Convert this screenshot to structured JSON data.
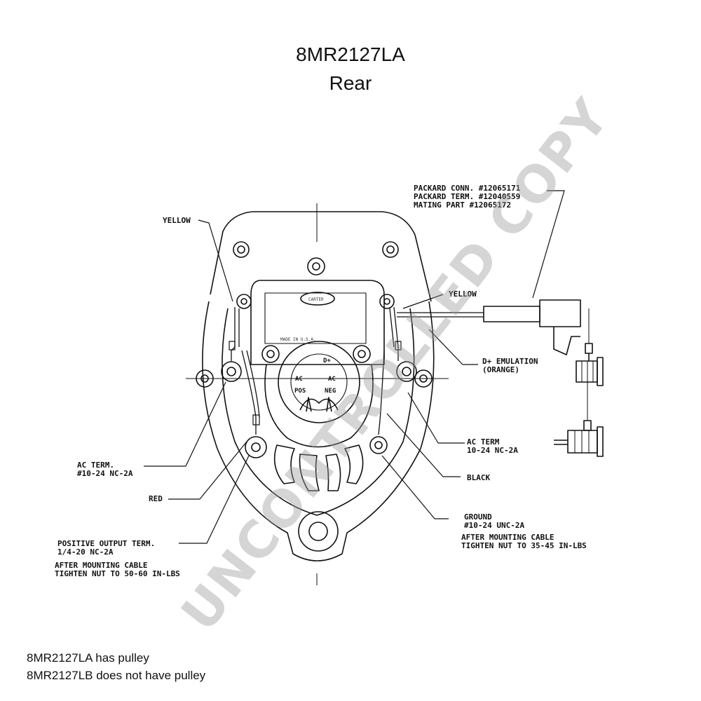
{
  "header": {
    "part_number": "8MR2127LA",
    "view": "Rear"
  },
  "labels": {
    "yellow_left": "YELLOW",
    "packard_1": "PACKARD CONN. #12065171",
    "packard_2": "PACKARD TERM. #12040559",
    "packard_3": "MATING PART #12065172",
    "yellow_right": "YELLOW",
    "d_emulation_1": "D+ EMULATION",
    "d_emulation_2": "(ORANGE)",
    "ac_term_right_1": "AC TERM",
    "ac_term_right_2": "10-24 NC-2A",
    "black": "BLACK",
    "ground_1": "GROUND",
    "ground_2": "#10-24 UNC-2A",
    "ground_after_1": "AFTER MOUNTING CABLE",
    "ground_after_2": "TIGHTEN NUT TO 35-45 IN-LBS",
    "ac_term_left_1": "AC TERM.",
    "ac_term_left_2": "#10-24 NC-2A",
    "red": "RED",
    "positive_1": "POSITIVE OUTPUT TERM.",
    "positive_2": "1/4-20 NC-2A",
    "positive_after_1": "AFTER MOUNTING CABLE",
    "positive_after_2": "TIGHTEN NUT TO 50-60 IN-LBS"
  },
  "housing": {
    "logo": "CARTER",
    "made_in": "MADE IN U.S.A.",
    "d_plus": "D+",
    "ac_left": "AC",
    "ac_right": "AC",
    "pos": "POS",
    "neg": "NEG"
  },
  "notes": {
    "line1": "8MR2127LA has pulley",
    "line2": "8MR2127LB does not have pulley"
  },
  "watermark": "UNCONTROLLED COPY"
}
